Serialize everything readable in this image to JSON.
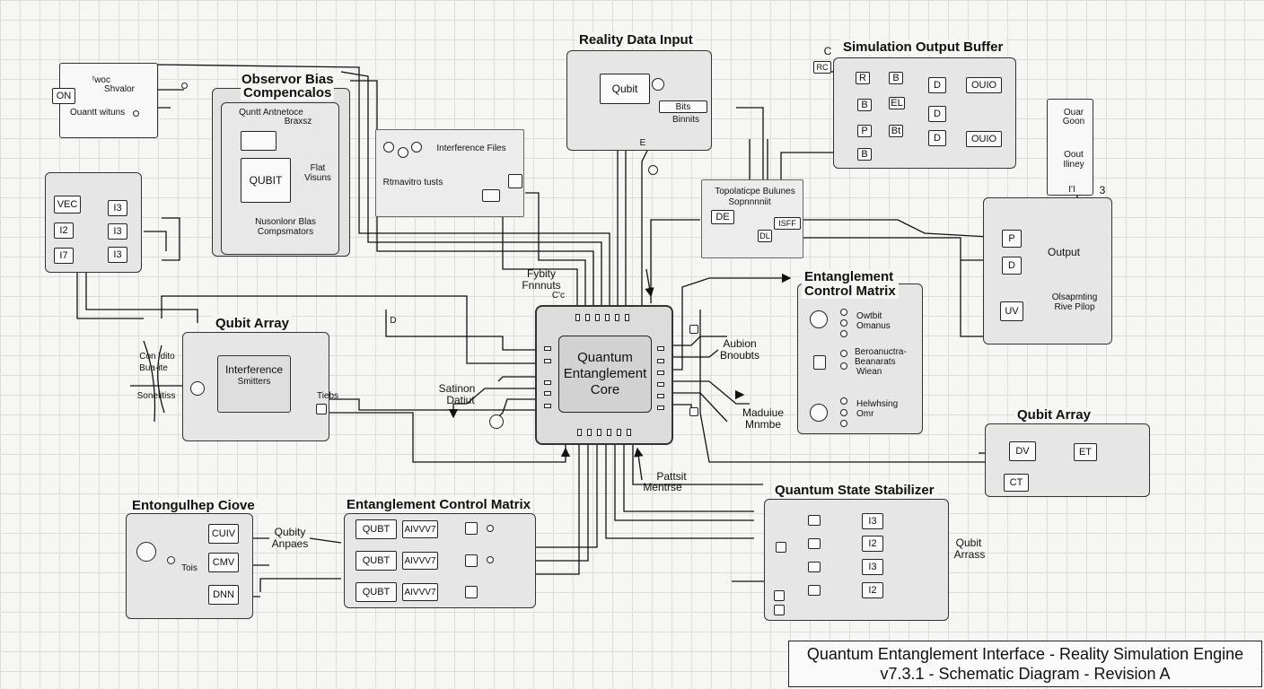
{
  "modules": {
    "reality_data_input": {
      "title": "Reality Data Input",
      "qubit": "Qubit",
      "chip_label": "Bits",
      "sub_label": "Binnits",
      "pin_label": "E"
    },
    "simulation_output_buffer": {
      "title": "Simulation Output Buffer",
      "corner_label": "C",
      "side_chip": "RC",
      "left_chips": [
        "R",
        "B",
        "P",
        "B"
      ],
      "mid_chips": [
        "B",
        "EL",
        "Bt"
      ],
      "right_chips": [
        "D",
        "D",
        "D"
      ],
      "output_chips": [
        "OUIO",
        "OUIO"
      ]
    },
    "observer_bias": {
      "title_line1": "Observor Bias",
      "title_line2": "Compencalos",
      "sub_top_line1": "Quntt Antnetoce",
      "sub_top_line2": "Braxsz",
      "qubit": "QUBIT",
      "flat_line1": "Flat",
      "flat_line2": "Visuns",
      "bottom_line1": "Nusonlonr Blas",
      "bottom_line2": "Compsmators"
    },
    "top_left": {
      "toggle": "ON",
      "label_line1": "ᵗwoc",
      "label_line2": "Shvalor",
      "bottom": "Ouantt wituns"
    },
    "vec_block": {
      "chips_left": [
        "VEC",
        "I2",
        "I7"
      ],
      "chips_right": [
        "I3",
        "I3",
        "I3"
      ]
    },
    "interference_files": {
      "title": "Interference Files",
      "sub": "Rtmavitro tusts"
    },
    "topological": {
      "line1": "Topolaticpe Bulunes",
      "line2": "Sopnnnniit",
      "chip_de": "DE",
      "chip_dl": "DL",
      "chip_sff": "ISFF"
    },
    "far_right": {
      "top_line1": "Ouar",
      "top_line2": "Goon",
      "mid_line1": "Oout",
      "mid_line2": "Iliney",
      "pin": "I'I",
      "number": "3",
      "chips": [
        "P",
        "D",
        "UV"
      ],
      "output": "Output",
      "dispatch_line1": "Olsapmting",
      "dispatch_line2": "Rive Pilop"
    },
    "entanglement_control_right": {
      "title_line1": "Entanglement",
      "title_line2": "Control Matrix",
      "labels": [
        "Owtbit",
        "Omanus",
        "Beroanuctra-",
        "Beanarats",
        "Wiean",
        "Helwhsing",
        "Omr"
      ]
    },
    "qubit_array_left": {
      "title": "Qubit Array",
      "inner_line1": "Interference",
      "inner_line2": "Smitters",
      "side_labels": [
        "Con ᵗdito",
        "Bua-ite",
        "Sonelitiss"
      ],
      "tiebs": "Tiebs",
      "pin_d": "D"
    },
    "core": {
      "line1": "Quantum",
      "line2": "Entanglement",
      "line3": "Core",
      "top_label_line1": "Fybity",
      "top_label_line2": "Fnnnuts",
      "top_label_line3": "C'c",
      "left_label_line1": "Satinon",
      "left_label_line2": "Datiut",
      "right_top_line1": "Aubion",
      "right_top_line2": "Bnoubts",
      "right_bottom_line1": "Maduiue",
      "right_bottom_line2": "Mnmbe",
      "bottom_label_line1": "Pattsit",
      "bottom_label_line2": "Mentrse"
    },
    "qubit_array_right": {
      "title": "Qubit Array",
      "chips": [
        "DV",
        "ET",
        "CT"
      ]
    },
    "entangulhep_clove": {
      "title": "Entongulhep Ciove",
      "chips": [
        "CUIV",
        "CMV",
        "DNN"
      ],
      "label": "Tois"
    },
    "entanglement_control_bottom": {
      "title": "Entanglement Control Matrix",
      "qubt": [
        "QUBT",
        "QUBT",
        "QUBT"
      ],
      "anvw": [
        "AIVVV7",
        "AIVVV7",
        "AIVVV7"
      ],
      "side_line1": "Qubity",
      "side_line2": "Anpaes"
    },
    "quantum_state_stabilizer": {
      "title": "Quantum State Stabilizer",
      "chips": [
        "I3",
        "I2",
        "I3",
        "I2"
      ],
      "side_line1": "Qubit",
      "side_line2": "Arrass"
    }
  },
  "footer": {
    "line1": "Quantum Entanglement Interface - Reality Simulation Engine",
    "line2": "v7.3.1 - Schematic Diagram - Revision A"
  }
}
